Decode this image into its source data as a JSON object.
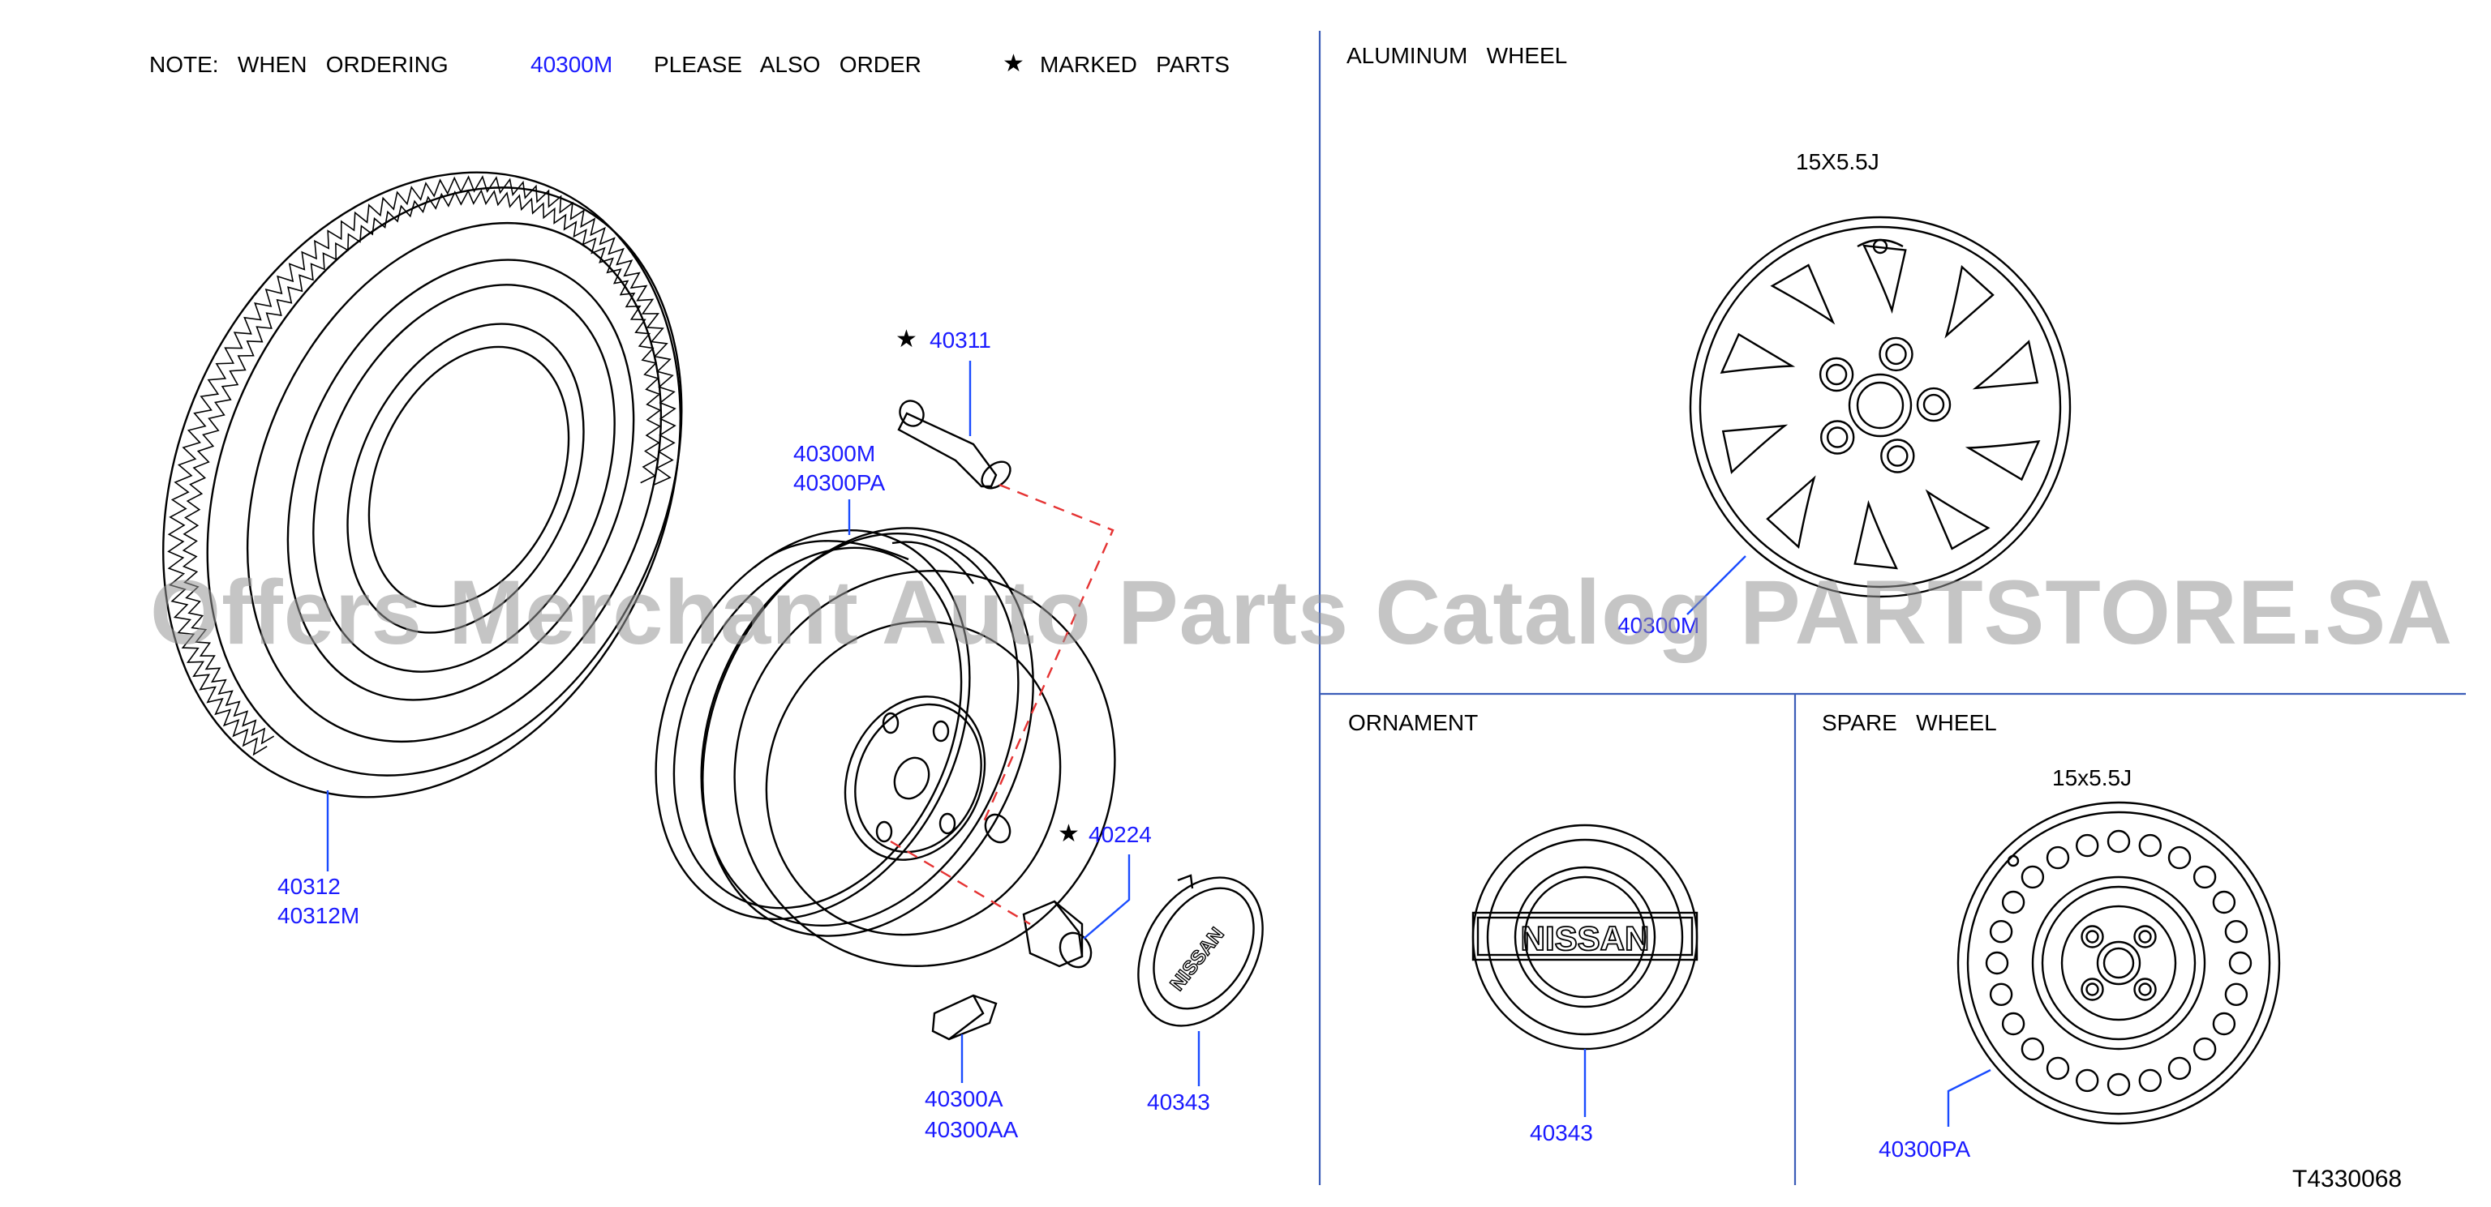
{
  "note": {
    "prefix": "NOTE:   WHEN   ORDERING",
    "part": "40300M",
    "middle": "PLEASE   ALSO   ORDER",
    "star": "★",
    "suffix": "MARKED   PARTS"
  },
  "sections": {
    "aluminum": {
      "title": "ALUMINUM   WHEEL",
      "size": "15X5.5J",
      "part": "40300M"
    },
    "ornament": {
      "title": "ORNAMENT",
      "part": "40343",
      "brand": "NISSAN"
    },
    "spare": {
      "title": "SPARE   WHEEL",
      "size": "15x5.5J",
      "part": "40300PA"
    }
  },
  "parts": {
    "tire": [
      "40312",
      "40312M"
    ],
    "wheel": [
      "40300M",
      "40300PA"
    ],
    "valve": {
      "star": "★",
      "part": "40311"
    },
    "nut": {
      "star": "★",
      "part": "40224"
    },
    "weight": [
      "40300A",
      "40300AA"
    ],
    "cap": {
      "part": "40343",
      "brand": "NISSAN"
    }
  },
  "diagram_code": "T4330068",
  "watermark": "Offers Merchant Auto Parts Catalog PARTSTORE.SA",
  "colors": {
    "part_label": "#1a1aff",
    "leader": "#1a4cff",
    "dashed": "#e53333",
    "divider": "#3b5db8"
  }
}
